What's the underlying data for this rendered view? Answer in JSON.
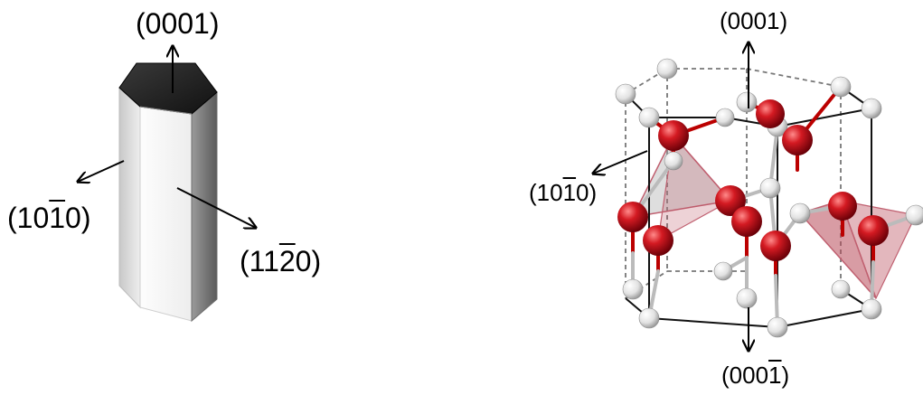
{
  "left_panel": {
    "label_top": "(0001)",
    "label_side": {
      "open": "(10",
      "bar": "1",
      "close": "0)"
    },
    "label_face": {
      "open": "(11",
      "bar": "2",
      "close": "0)"
    }
  },
  "right_panel": {
    "label_top": "(0001)",
    "label_side": {
      "open": "(10",
      "bar": "1",
      "close": "0)"
    },
    "label_bottom": {
      "open": "(000",
      "bar": "1",
      "close": ")"
    }
  },
  "colors": {
    "oxygen": "#c0111b",
    "zinc": "#e6e6e6",
    "tetrahedron": "#b84a5a",
    "crystal_top": "#2b2b2b"
  }
}
